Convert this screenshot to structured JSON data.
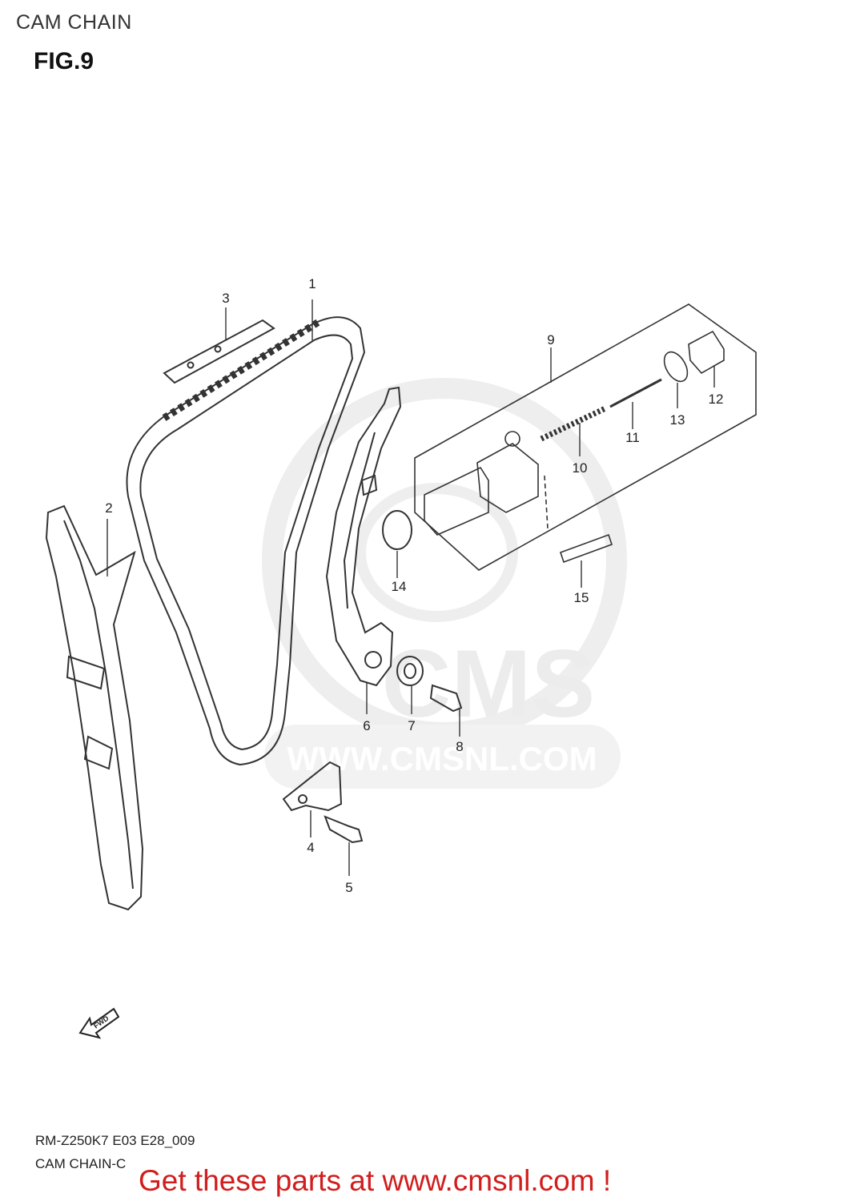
{
  "header": {
    "title": "CAM CHAIN",
    "figure": "FIG.9"
  },
  "callouts": [
    {
      "id": "c1",
      "label": "1"
    },
    {
      "id": "c2",
      "label": "2"
    },
    {
      "id": "c3",
      "label": "3"
    },
    {
      "id": "c4",
      "label": "4"
    },
    {
      "id": "c5",
      "label": "5"
    },
    {
      "id": "c6",
      "label": "6"
    },
    {
      "id": "c7",
      "label": "7"
    },
    {
      "id": "c8",
      "label": "8"
    },
    {
      "id": "c9",
      "label": "9"
    },
    {
      "id": "c10",
      "label": "10"
    },
    {
      "id": "c11",
      "label": "11"
    },
    {
      "id": "c12",
      "label": "12"
    },
    {
      "id": "c13",
      "label": "13"
    },
    {
      "id": "c14",
      "label": "14"
    },
    {
      "id": "c15",
      "label": "15"
    }
  ],
  "watermark": {
    "brand": "CMS",
    "url": "WWW.CMSNL.COM"
  },
  "fwd_arrow": {
    "label": "FWD"
  },
  "footer": {
    "code": "RM-Z250K7 E03 E28_009",
    "caption": "CAM CHAIN-C",
    "promo": "Get these parts at www.cmsnl.com !"
  }
}
